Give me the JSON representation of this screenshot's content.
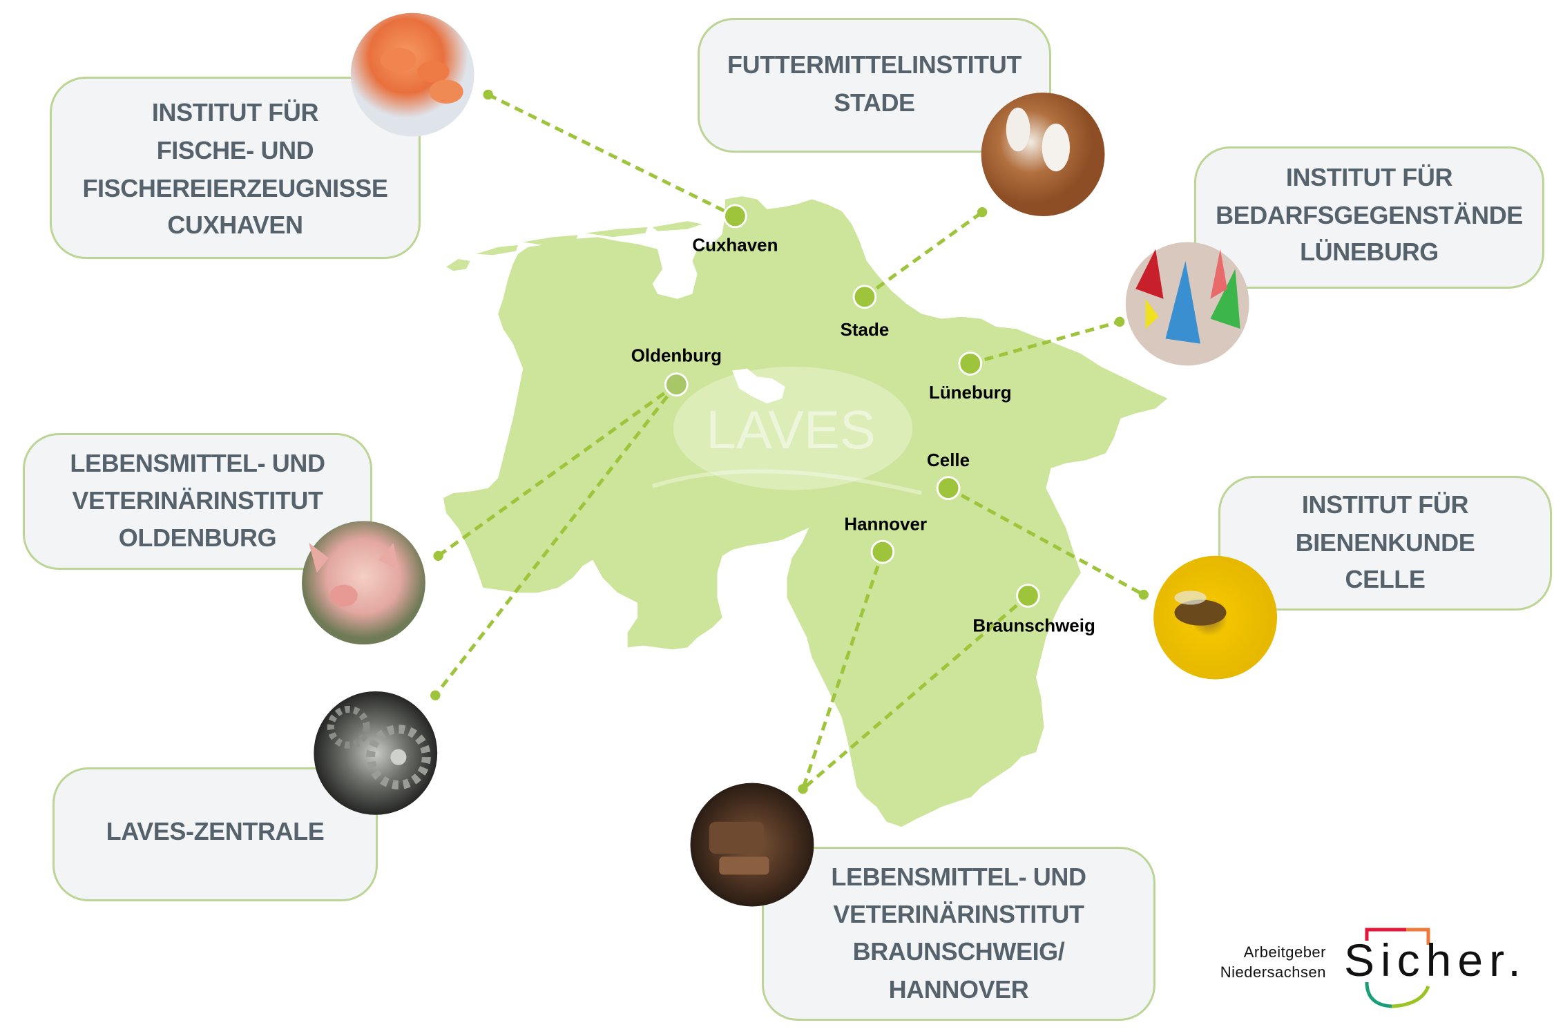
{
  "institutes": [
    {
      "id": "cuxhaven",
      "lines": [
        "INSTITUT FÜR",
        "FISCHE- UND",
        "FISCHEREIERZEUGNISSE",
        "CUXHAVEN"
      ],
      "photo_icon": "shrimp-photo"
    },
    {
      "id": "stade",
      "lines": [
        "FUTTERMITTELINSTITUT",
        "STADE"
      ],
      "photo_icon": "cows-photo"
    },
    {
      "id": "lueneburg",
      "lines": [
        "INSTITUT FÜR",
        "BEDARFSGEGENSTÄNDE",
        "LÜNEBURG"
      ],
      "photo_icon": "pencils-photo"
    },
    {
      "id": "oldenburg",
      "lines": [
        "LEBENSMITTEL- UND",
        "VETERINÄRINSTITUT",
        "OLDENBURG"
      ],
      "photo_icon": "pig-photo"
    },
    {
      "id": "celle",
      "lines": [
        "INSTITUT FÜR",
        "BIENENKUNDE",
        "CELLE"
      ],
      "photo_icon": "bee-photo"
    },
    {
      "id": "zentrale",
      "lines": [
        "LAVES-ZENTRALE"
      ],
      "photo_icon": "gears-photo"
    },
    {
      "id": "braunschweig",
      "lines": [
        "LEBENSMITTEL- UND",
        "VETERINÄRINSTITUT",
        "BRAUNSCHWEIG/",
        "HANNOVER"
      ],
      "photo_icon": "bread-photo"
    }
  ],
  "cities": {
    "cuxhaven": "Cuxhaven",
    "stade": "Stade",
    "oldenburg": "Oldenburg",
    "lueneburg": "Lüneburg",
    "celle": "Celle",
    "hannover": "Hannover",
    "braunschweig": "Braunschweig"
  },
  "watermark": "LAVES",
  "logo": {
    "line1": "Arbeitgeber",
    "line2": "Niedersachsen",
    "wordmark": "Sicher."
  },
  "colors": {
    "map": "#cde59a",
    "dot": "#9dc43a",
    "line": "#9dc43a",
    "box_border": "#bcd494",
    "text": "#56626b"
  }
}
